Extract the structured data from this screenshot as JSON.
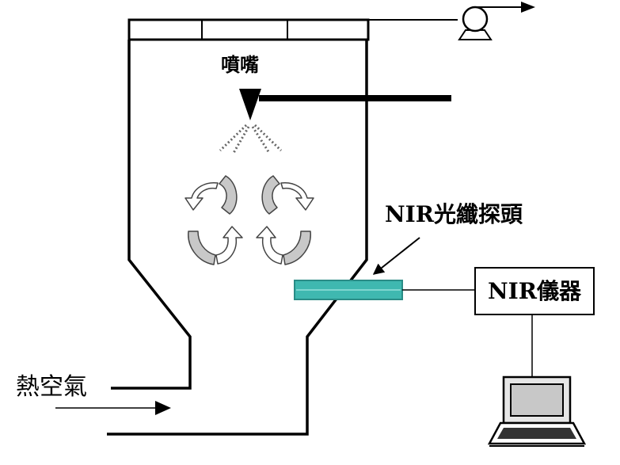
{
  "labels": {
    "nozzle": "噴嘴",
    "probe": "NIR光纖探頭",
    "instrument": "NIR儀器",
    "hot_air": "熱空氣"
  },
  "colors": {
    "line": "#000000",
    "probe_fill": "#3fb8b0",
    "probe_edge": "#2a8c86",
    "arrow_fill": "#c8c8c8",
    "arrow_stroke": "#444444"
  }
}
